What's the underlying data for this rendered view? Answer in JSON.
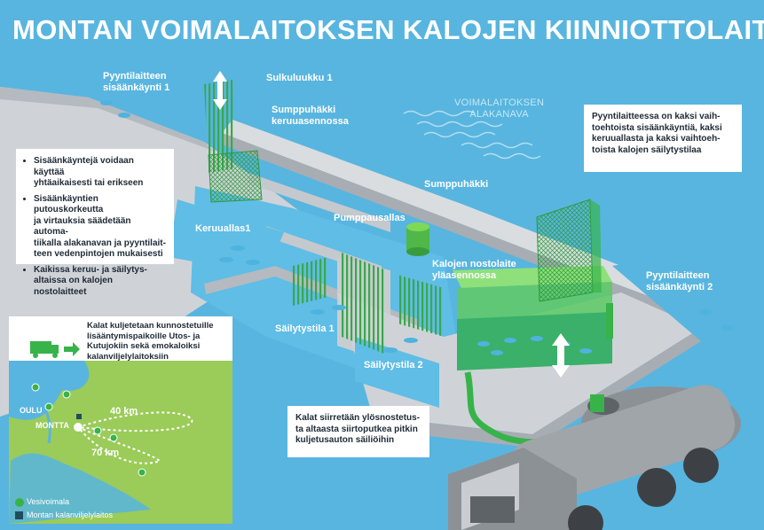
{
  "title": "MONTAN VOIMALAITOKSEN KALOJEN KIINNIOTTOLAITE",
  "labels": {
    "entrance1": [
      "Pyyntilaitteen",
      "sisäänkäynti 1"
    ],
    "gate1": "Sulkuluukku 1",
    "sump_collect": [
      "Sumppuhäkki",
      "keruuasennossa"
    ],
    "tailrace": [
      "VOIMALAITOKSEN",
      "ALAKANAVA"
    ],
    "collect_pool": "Keruuallas1",
    "pump_pool": "Pumppausallas",
    "sump": "Sumppuhäkki",
    "lift_upper": [
      "Kalojen nostolaite",
      "yläasennossa"
    ],
    "entrance2": [
      "Pyyntilaitteen",
      "sisäänkäynti 2"
    ],
    "storage1": "Säilytystila 1",
    "storage2": "Säilytystila 2"
  },
  "info_left": {
    "bullets": [
      [
        "Sisäänkäyntejä voidaan käyttää",
        "yhtäaikaisesti tai erikseen"
      ],
      [
        "Sisäänkäyntien putouskorkeutta",
        "ja virtauksia säädetään automa-",
        "tiikalla alakanavan ja pyyntilait-",
        "teen vedenpintojen mukaisesti"
      ],
      [
        "Kaikissa keruu- ja säilytys-",
        "altaissa on kalojen nostolaitteet"
      ]
    ]
  },
  "info_right": [
    "Pyyntilaitteessa on kaksi vaih-",
    "toehtoista sisäänkäyntiä, kaksi",
    "keruuallasta ja kaksi vaihtoeh-",
    "toista kalojen säilytystilaa"
  ],
  "transport": [
    "Kalat kuljetetaan kunnostetuille",
    "lisääntymispaikoille Utos- ja",
    "Kutujokiin sekä emokaloiksi",
    "kalanviljelylaitoksiin"
  ],
  "transfer": [
    "Kalat siirretään ylösnostetus-",
    "ta altaasta siirtoputkea pitkin",
    "kuljetusauton säiliöihin"
  ],
  "map": {
    "oulu": "OULU",
    "montta": "MONTTA",
    "dist1": "40 km",
    "dist2": "70 km"
  },
  "legend": {
    "power_plant": "Vesivoimala",
    "hatchery": "Montan kalanviljelylaitos"
  },
  "colors": {
    "water": "#58b5df",
    "concrete": "#cfd3d7",
    "concrete_dark": "#a7adb3",
    "green": "#37b34a",
    "green_light": "#7ed957",
    "map_land": "#9bcb59",
    "truck": "#8c9196"
  }
}
